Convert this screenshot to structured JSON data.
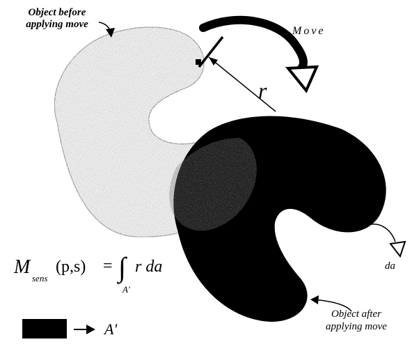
{
  "labels": {
    "before": [
      "Object before",
      "applying move"
    ],
    "move": "Move",
    "r": "r",
    "da": "da",
    "after": [
      "Object after",
      "applying move"
    ],
    "legend_symbol": "A'"
  },
  "formula": {
    "lhs": "M",
    "lhs_sub": "sens",
    "args": "(p,s)",
    "equals": "=",
    "integral_sign": "∫",
    "integral_sub": "A'",
    "integrand": "r da"
  },
  "colors": {
    "before_fill": "#b8b8b8",
    "after_fill": "#000000",
    "overlap_fill": "#777777",
    "stroke": "#000000"
  }
}
